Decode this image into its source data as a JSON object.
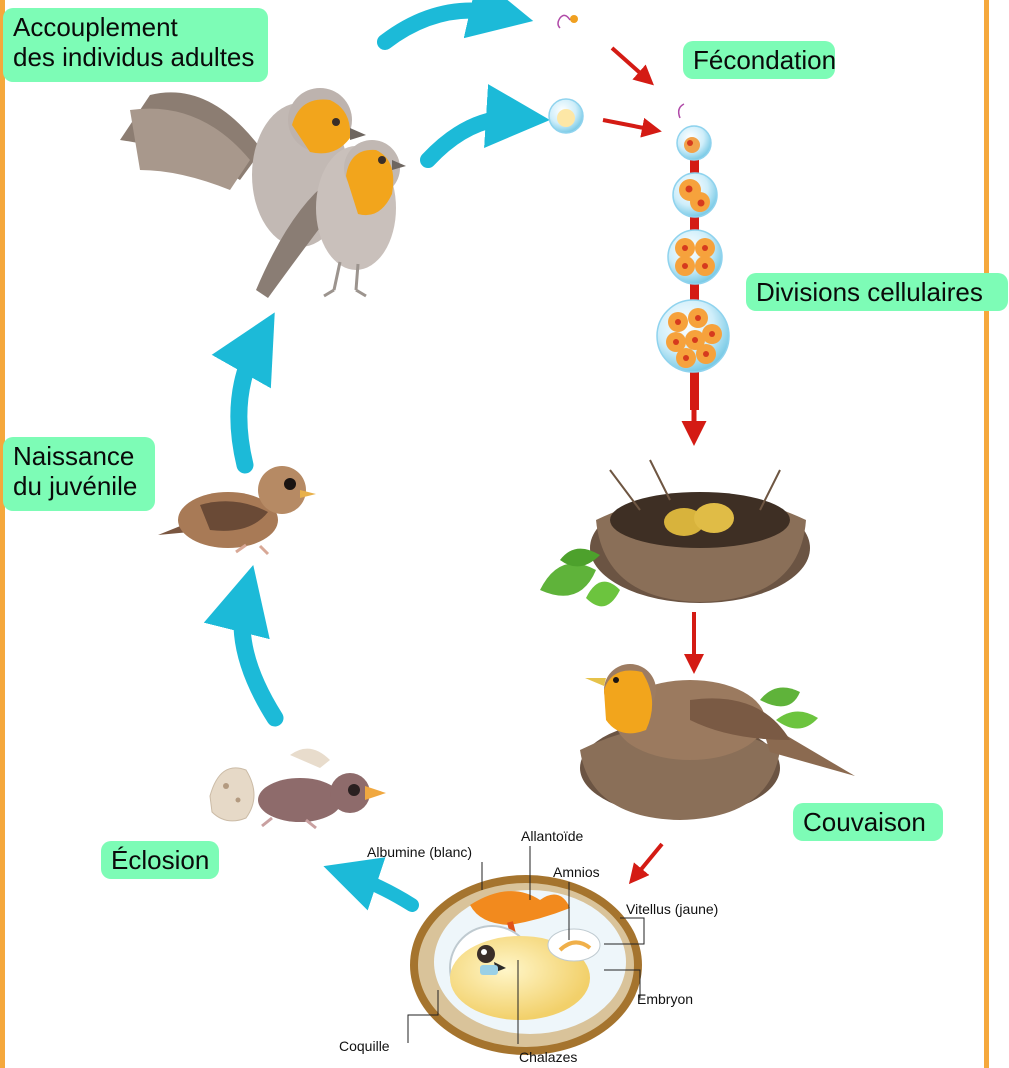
{
  "colors": {
    "frame": "#f5a83c",
    "label_bg": "#7dfcb6",
    "cycle_arrow": "#1cbad8",
    "dev_arrow": "#d41b14",
    "robin_orange": "#f4a31a",
    "shell": "#a5742e"
  },
  "stages": {
    "accouplement": "Accouplement\ndes individus adultes",
    "fecondation": "Fécondation",
    "divisions": "Divisions cellulaires",
    "couvaison": "Couvaison",
    "eclosion": "Éclosion",
    "naissance": "Naissance\ndu juvénile"
  },
  "egg_parts": {
    "albumine": "Albumine (blanc)",
    "allantoide": "Allantoïde",
    "amnios": "Amnios",
    "vitellus": "Vitellus (jaune)",
    "embryon": "Embryon",
    "coquille": "Coquille",
    "chalazes": "Chalazes"
  },
  "icons": [
    "robin-pair-icon",
    "sperm-icon",
    "ovum-icon",
    "zygote-icon",
    "morula-icon",
    "bird-nest-icon",
    "brooding-bird-icon",
    "egg-cross-section-icon",
    "hatching-chick-icon",
    "juvenile-bird-icon"
  ]
}
